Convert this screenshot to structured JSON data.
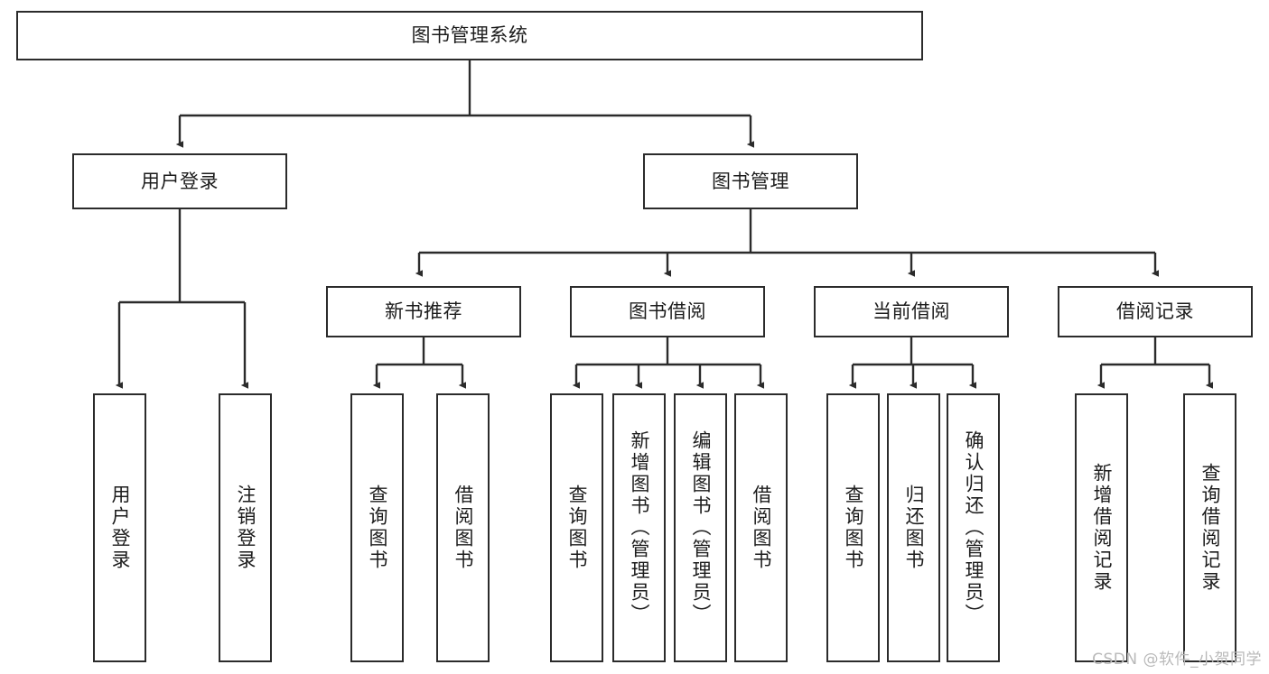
{
  "diagram": {
    "title": "图书管理系统",
    "type": "tree-hierarchy",
    "colors": {
      "stroke": "#2b2b2b",
      "fill": "#ffffff",
      "text": "#1c1c1c",
      "watermark": "#b9b9b9"
    }
  },
  "root": {
    "label": "图书管理系统"
  },
  "level2": [
    {
      "label": "用户登录"
    },
    {
      "label": "图书管理"
    }
  ],
  "level3": [
    {
      "label": "新书推荐"
    },
    {
      "label": "图书借阅"
    },
    {
      "label": "当前借阅"
    },
    {
      "label": "借阅记录"
    }
  ],
  "leaves": {
    "user_login": [
      {
        "label": "用户登录"
      },
      {
        "label": "注销登录"
      }
    ],
    "new_book_recommend": [
      {
        "label": "查询图书"
      },
      {
        "label": "借阅图书"
      }
    ],
    "book_borrow": [
      {
        "label": "查询图书"
      },
      {
        "label": "新增图书（管理员）"
      },
      {
        "label": "编辑图书（管理员）"
      },
      {
        "label": "借阅图书"
      }
    ],
    "current_borrow": [
      {
        "label": "查询图书"
      },
      {
        "label": "归还图书"
      },
      {
        "label": "确认归还（管理员）"
      }
    ],
    "borrow_record": [
      {
        "label": "新增借阅记录"
      },
      {
        "label": "查询借阅记录"
      }
    ]
  },
  "watermark": {
    "text": "CSDN @软件_小贺同学"
  }
}
